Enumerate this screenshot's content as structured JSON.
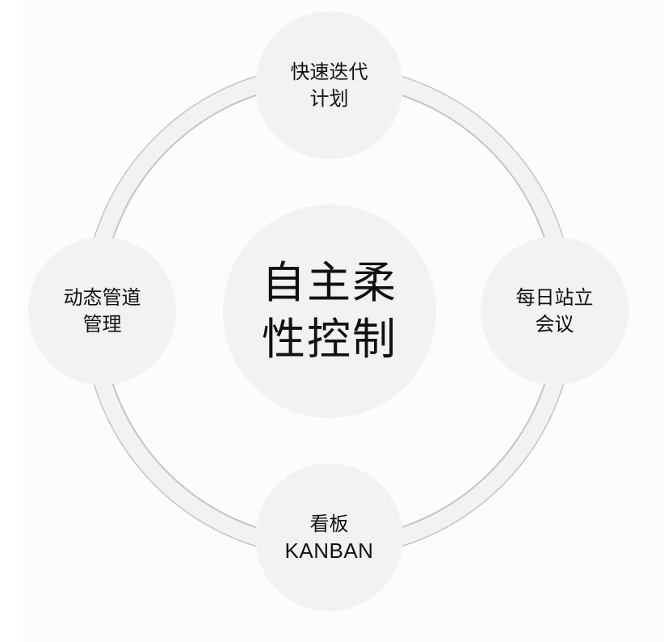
{
  "diagram": {
    "type": "cycle",
    "colors": {
      "background": "#ffffff",
      "panel": "#fcfcfc",
      "ring_fill": "#f2f2f2",
      "ring_stroke": "#c4c4c4",
      "node_fill": "#f2f2f2",
      "text": "#111111"
    },
    "center": {
      "lines": [
        "自主柔",
        "性控制"
      ]
    },
    "nodes": [
      {
        "position": "top",
        "lines": [
          "快速迭代",
          "计划"
        ]
      },
      {
        "position": "right",
        "lines": [
          "每日站立",
          "会议"
        ]
      },
      {
        "position": "bottom",
        "lines": [
          "看板",
          "KANBAN"
        ]
      },
      {
        "position": "left",
        "lines": [
          "动态管道",
          "管理"
        ]
      }
    ]
  }
}
